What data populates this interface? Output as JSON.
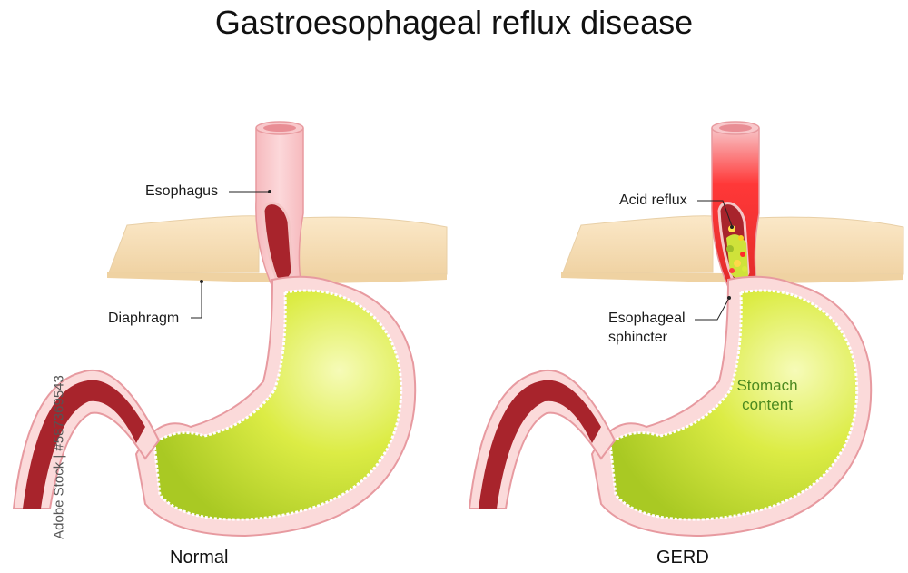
{
  "title": "Gastroesophageal reflux disease",
  "normal": {
    "caption": "Normal",
    "labels": {
      "esophagus": "Esophagus",
      "diaphragm": "Diaphragm"
    }
  },
  "gerd": {
    "caption": "GERD",
    "labels": {
      "acid_reflux": "Acid reflux",
      "sphincter_line1": "Esophageal",
      "sphincter_line2": "sphincter",
      "stomach_line1": "Stomach",
      "stomach_line2": "content"
    }
  },
  "watermark": "Adobe Stock | #587369543",
  "colors": {
    "stomach_fill": "#d9ea3a",
    "stomach_wall": "#f4c6c6",
    "esophagus": "#f3b5b8",
    "muscle": "#a8242c",
    "diaphragm": "#f7dfb8",
    "acid": "#ff2a2a"
  }
}
